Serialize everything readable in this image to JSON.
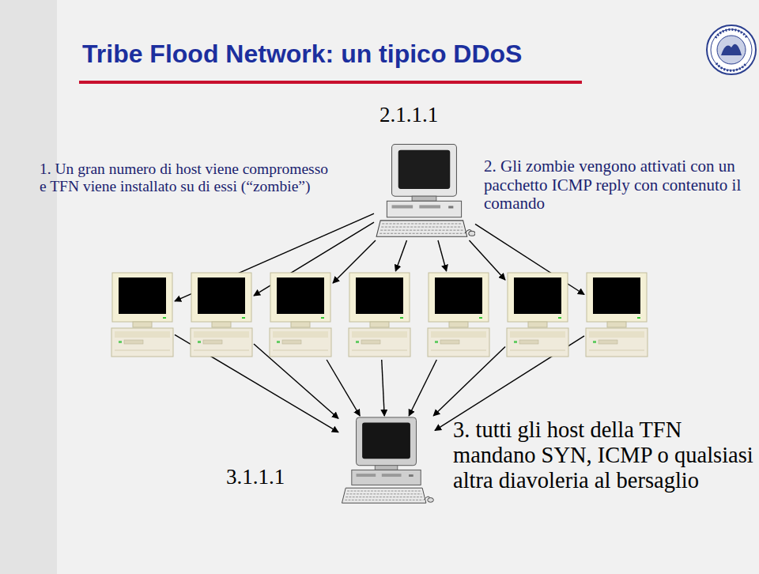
{
  "diagram": {
    "title": "Tribe Flood Network: un tipico DDoS",
    "nodes": [
      {
        "text": [
          "2.1.1.1"
        ]
      },
      {
        "text": []
      },
      {
        "text": []
      },
      {
        "text": []
      },
      {
        "text": []
      },
      {
        "text": []
      },
      {
        "text": []
      },
      {
        "text": []
      },
      {
        "text": [
          "3.1.1.1"
        ]
      }
    ],
    "edges": [
      {
        "from": 0,
        "to": 1,
        "arrow": "to"
      },
      {
        "from": 0,
        "to": 2,
        "arrow": "to"
      },
      {
        "from": 0,
        "to": 3,
        "arrow": "to"
      },
      {
        "from": 0,
        "to": 4,
        "arrow": "to"
      },
      {
        "from": 0,
        "to": 5,
        "arrow": "to"
      },
      {
        "from": 0,
        "to": 6,
        "arrow": "to"
      },
      {
        "from": 0,
        "to": 7,
        "arrow": "to"
      },
      {
        "from": 1,
        "to": 8,
        "arrow": "to"
      },
      {
        "from": 2,
        "to": 8,
        "arrow": "to"
      },
      {
        "from": 3,
        "to": 8,
        "arrow": "to"
      },
      {
        "from": 4,
        "to": 8,
        "arrow": "to"
      },
      {
        "from": 5,
        "to": 8,
        "arrow": "to"
      },
      {
        "from": 6,
        "to": 8,
        "arrow": "to"
      },
      {
        "from": 7,
        "to": 8,
        "arrow": "to"
      }
    ],
    "labels": [
      "1. Un gran numero di host viene compromesso e TFN viene installato su di essi (“zombie”)",
      "2. Gli zombie vengono attivati con un pacchetto ICMP reply con contenuto il comando",
      "3. tutti gli host della TFN mandano SYN, ICMP o qualsiasi altra diavoleria al bersaglio"
    ]
  }
}
